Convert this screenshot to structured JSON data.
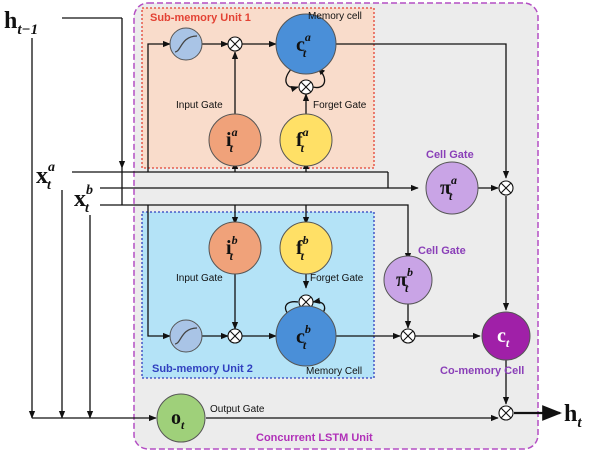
{
  "colors": {
    "outer_border": "#b44fc4",
    "outer_fill": "#ececec",
    "unit1_border": "#e34234",
    "unit1_fill": "#f9dccb",
    "unit2_border": "#2f3fbf",
    "unit2_fill": "#b4e3f7",
    "input_gate": "#f0a27a",
    "forget_gate": "#ffe066",
    "cell": "#4a8fd8",
    "cell_gate": "#c9a4e6",
    "co_memory": "#a020a8",
    "output_gate": "#9fd07a",
    "sigmoid_node": "#a9c4e6"
  },
  "inputs": {
    "h_prev": {
      "main": "h",
      "sub": "t−1"
    },
    "x_a": {
      "main": "x",
      "sup": "a",
      "sub": "t"
    },
    "x_b": {
      "main": "x",
      "sup": "b",
      "sub": "t"
    }
  },
  "outer_unit": {
    "title": "Concurrent LSTM Unit"
  },
  "unit1": {
    "title": "Sub-memory Unit 1",
    "cell_caption": "Memory cell",
    "input_gate_label": "Input Gate",
    "forget_gate_label": "Forget Gate",
    "nodes": {
      "cell": {
        "main": "c",
        "sup": "a",
        "sub": "t"
      },
      "input": {
        "main": "i",
        "sup": "a",
        "sub": "t"
      },
      "forget": {
        "main": "f",
        "sup": "a",
        "sub": "t"
      }
    }
  },
  "unit2": {
    "title": "Sub-memory Unit 2",
    "cell_caption": "Memory Cell",
    "input_gate_label": "Input Gate",
    "forget_gate_label": "Forget Gate",
    "nodes": {
      "cell": {
        "main": "c",
        "sup": "b",
        "sub": "t"
      },
      "input": {
        "main": "i",
        "sup": "b",
        "sub": "t"
      },
      "forget": {
        "main": "f",
        "sup": "b",
        "sub": "t"
      }
    }
  },
  "cell_gate_a": {
    "label": "Cell Gate",
    "main": "π",
    "sup": "a",
    "sub": "t"
  },
  "cell_gate_b": {
    "label": "Cell Gate",
    "main": "π",
    "sup": "b",
    "sub": "t"
  },
  "co_memory": {
    "label": "Co-memory Cell",
    "main": "c",
    "sub": "t"
  },
  "output_gate": {
    "label": "Output  Gate",
    "main": "o",
    "sub": "t"
  },
  "output": {
    "main": "h",
    "sub": "t"
  }
}
